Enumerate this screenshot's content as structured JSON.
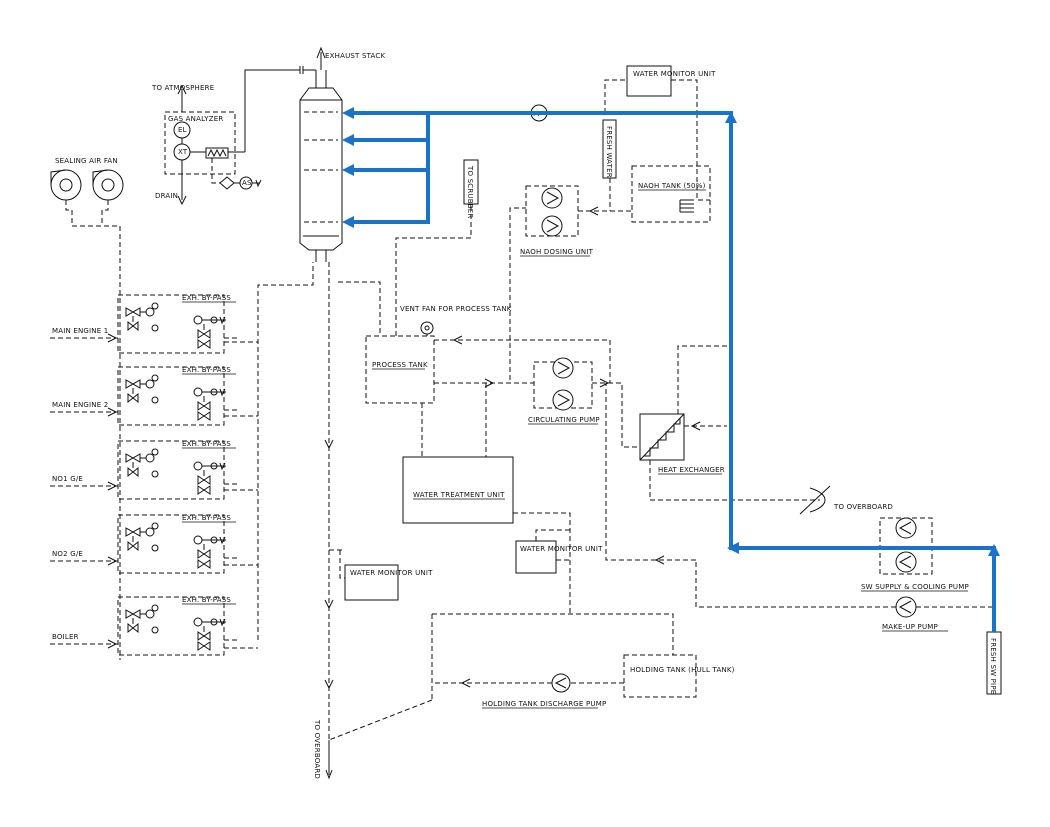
{
  "labels": {
    "exhaust_stack": "EXHAUST STACK",
    "to_atmosphere": "TO ATMOSPHERE",
    "gas_analyzer": "GAS ANALYZER",
    "drain": "DRAIN",
    "el": "EL",
    "xt": "XT",
    "as": "AS",
    "sealing_air_fan": "SEALING AIR FAN",
    "to_scrubber": "TO SCRUBBER",
    "fresh_water": "FRESH WATER",
    "water_monitor_top": "WATER MONITOR UNIT",
    "naoh_tank": "NAOH TANK (50%)",
    "naoh_dosing_unit": "NAOH DOSING UNIT",
    "vent_fan": "VENT FAN FOR PROCESS TANK",
    "process_tank": "PROCESS TANK",
    "circulating_pump": "CIRCULATING PUMP",
    "heat_exchanger": "HEAT EXCHANGER",
    "to_overboard_right": "TO OVERBOARD",
    "water_treatment_unit": "WATER TREATMENT UNIT",
    "water_monitor_mid": "WATER MONITOR UNIT",
    "water_monitor_left": "WATER MONITOR UNIT",
    "sw_supply_pump": "SW SUPPLY & COOLING PUMP",
    "make_up_pump": "MAKE-UP PUMP",
    "fresh_sw_pipe": "FRESH SW PIPE",
    "holding_tank": "HOLDING TANK (HULL TANK)",
    "holding_tank_pump": "HOLDING TANK DISCHARGE PUMP",
    "to_overboard_bottom": "TO OVERBOARD",
    "main_engine_1": "MAIN ENGINE 1",
    "main_engine_2": "MAIN ENGINE 2",
    "no1_ge": "NO1 G/E",
    "no2_ge": "NO2 G/E",
    "boiler": "BOILER",
    "exh_bypass": "EXH. BY-PASS",
    "fi": "FI"
  },
  "colors": {
    "line": "#111111",
    "highlight_flow": "#1a73c7",
    "background": "#ffffff"
  }
}
